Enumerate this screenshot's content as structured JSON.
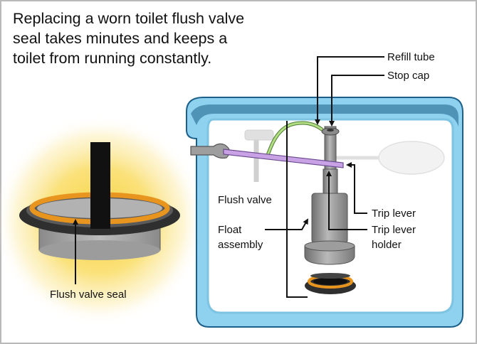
{
  "headline": {
    "line1": "Replacing a worn toilet flush valve",
    "line2": "seal takes minutes and keeps a",
    "line3": "toilet from running constantly."
  },
  "labels": {
    "flush_valve_seal": "Flush valve seal",
    "refill_tube": "Refill tube",
    "stop_cap": "Stop cap",
    "flush_valve": "Flush valve",
    "float_assembly_1": "Float",
    "float_assembly_2": "assembly",
    "trip_lever": "Trip lever",
    "trip_lever_holder_1": "Trip lever",
    "trip_lever_holder_2": "holder"
  },
  "colors": {
    "glow": "#f7d23e",
    "seal_orange": "#e8951f",
    "tank_blue": "#8fd2ef",
    "tank_edge": "#1c5f88",
    "water": "#ffffff",
    "trip_lever_purple": "#c9a2e6",
    "refill_tube_green": "#b3dd83",
    "valve_gray": "#9a9a9a",
    "border": "#b9b9b9"
  },
  "icons": [
    "flush-valve-seal-illustration",
    "toilet-tank-illustration"
  ]
}
